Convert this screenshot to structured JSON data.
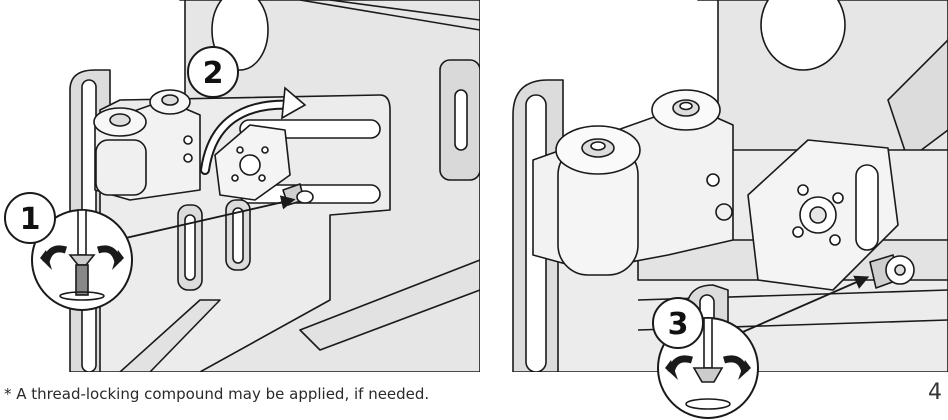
{
  "steps": {
    "step1": "1",
    "step2": "2",
    "step3": "3"
  },
  "footnote": "* A thread-locking compound may be applied, if needed.",
  "page_number": "4",
  "colors": {
    "line": "#1a1a1a",
    "plate": "#e9e9e9",
    "plate_dark": "#d4d4d4",
    "background": "#ffffff"
  }
}
